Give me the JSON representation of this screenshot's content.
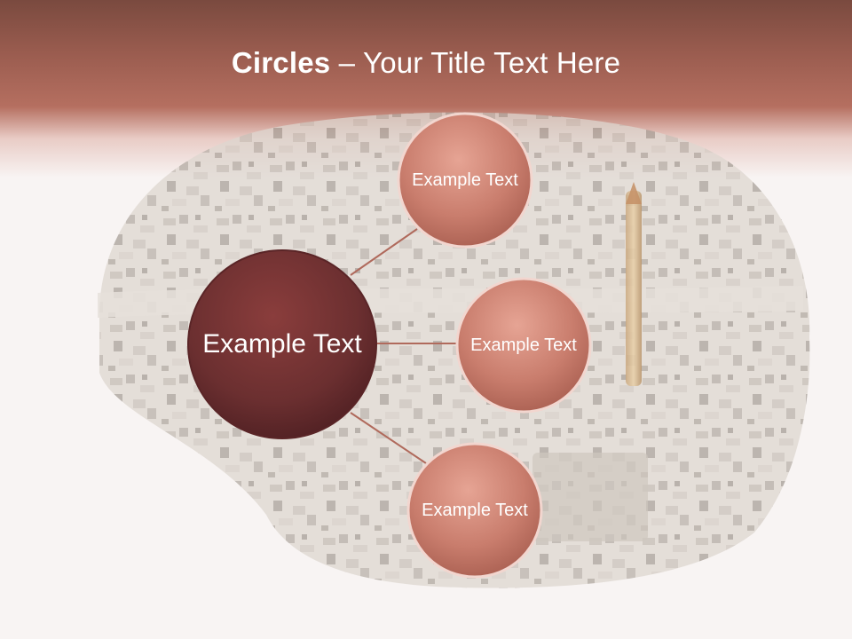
{
  "slide": {
    "title_bold": "Circles",
    "title_rest": " – Your Title Text Here"
  },
  "diagram": {
    "center": {
      "label": "Example Text"
    },
    "satellites": [
      {
        "label": "Example Text"
      },
      {
        "label": "Example Text"
      },
      {
        "label": "Example Text"
      }
    ]
  },
  "colors": {
    "header": "#9a5c4f",
    "center_circle": "#6b2f30",
    "satellite_circle": "#c97d6d",
    "connector": "#b06a5c"
  }
}
